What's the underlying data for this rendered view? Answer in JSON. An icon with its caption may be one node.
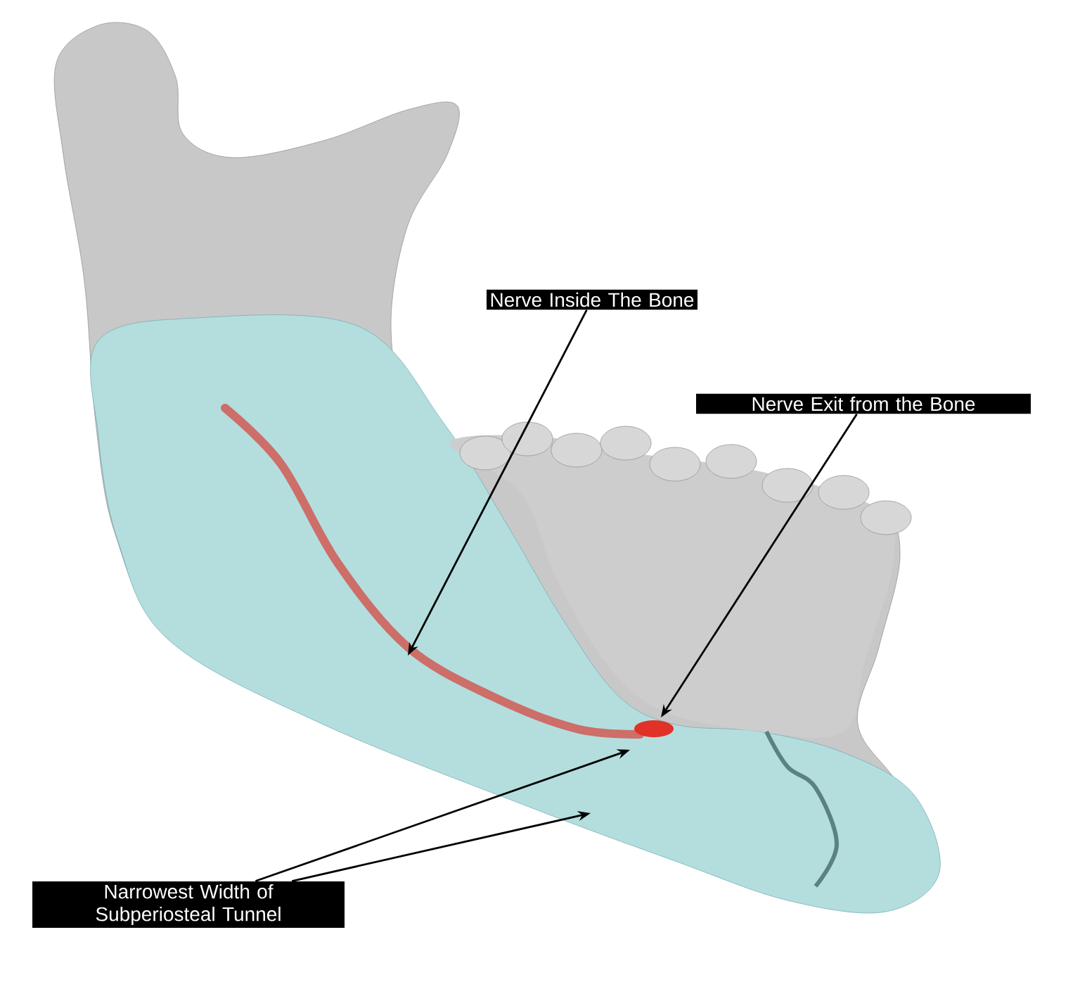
{
  "diagram": {
    "nodes": [
      {
        "text": [
          "Nerve Inside  The Bone"
        ]
      },
      {
        "text": [
          "Nerve Exit from the Bone"
        ]
      },
      {
        "text": [
          "Narrowest  Width of Subperiosteal Tunnel"
        ]
      }
    ],
    "edges": [
      {
        "from": 0,
        "to": null,
        "arrow": "to"
      },
      {
        "from": 1,
        "to": null,
        "arrow": "to"
      },
      {
        "from": 2,
        "to": null,
        "arrow": "to"
      },
      {
        "from": 2,
        "to": null,
        "arrow": "to"
      }
    ]
  }
}
